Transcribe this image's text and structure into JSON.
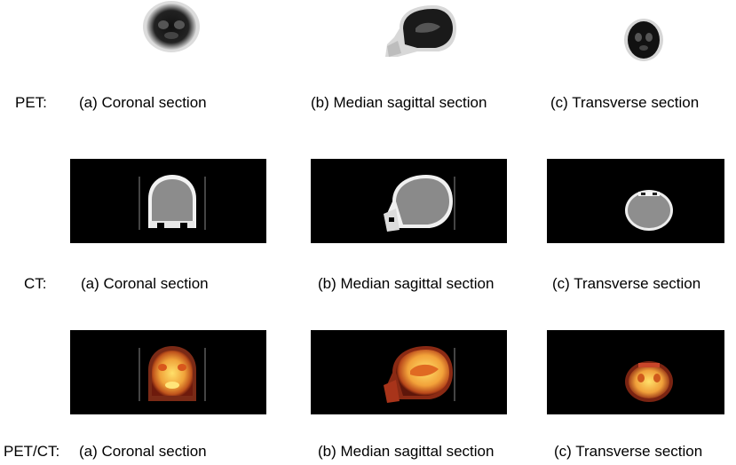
{
  "rows": [
    {
      "label": "PET:",
      "captions": [
        "(a) Coronal section",
        "(b) Median sagittal section",
        "(c) Transverse section"
      ]
    },
    {
      "label": "CT:",
      "captions": [
        "(a) Coronal section",
        "(b) Median sagittal section",
        "(c) Transverse  section"
      ]
    },
    {
      "label": "PET/CT:",
      "captions": [
        "(a) Coronal section",
        "(b) Median sagittal section",
        "(c) Transverse section"
      ]
    }
  ],
  "colors": {
    "background": "#ffffff",
    "scan_background": "#000000",
    "pet_fusion_hot": "#ffd34a",
    "pet_fusion_mid": "#e07a1f",
    "pet_fusion_dark": "#8a1c0c"
  }
}
